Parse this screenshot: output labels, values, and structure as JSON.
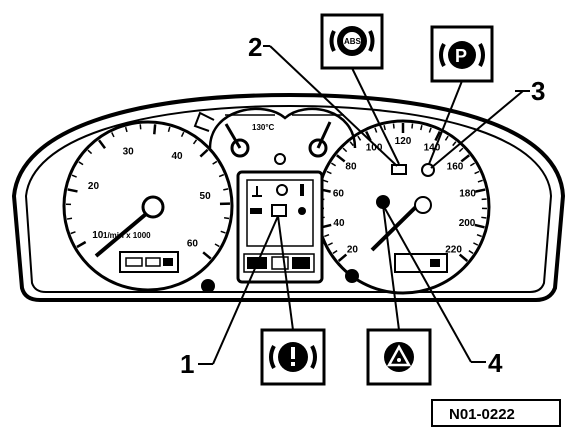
{
  "diagram": {
    "callouts": [
      "1",
      "2",
      "3",
      "4"
    ],
    "reference_code": "N01-0222",
    "speedometer_labels": [
      "20",
      "40",
      "60",
      "80",
      "100",
      "120",
      "140",
      "160",
      "180",
      "200",
      "220"
    ],
    "tachometer_labels": [
      "10",
      "20",
      "30",
      "40",
      "50",
      "60"
    ],
    "temp_gauge_label": "130°C",
    "tacho_unit": "1/min x 1000",
    "icons": {
      "brake_warning": "brake-warning-icon",
      "abs_warning": "abs-warning-icon",
      "parking_brake": "parking-brake-icon",
      "hazard_warning": "hazard-warning-triangle-icon"
    },
    "colors": {
      "ink": "#000000",
      "paper": "#ffffff"
    }
  }
}
